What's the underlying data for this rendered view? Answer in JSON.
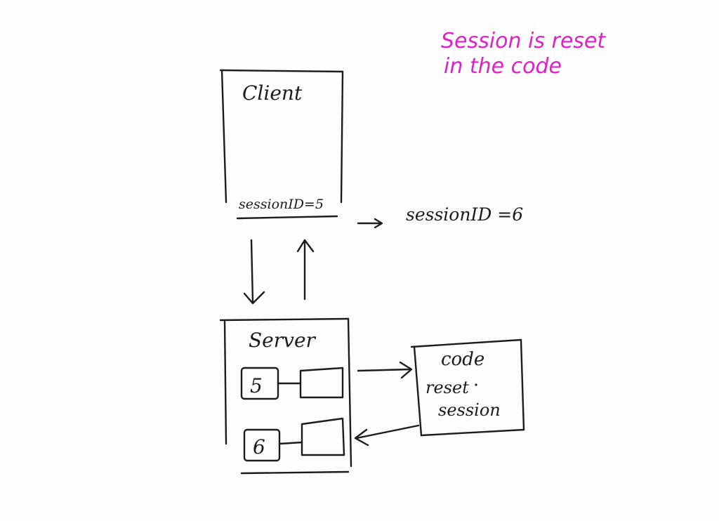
{
  "note": {
    "line1": "Session is reset",
    "line2": "in the code",
    "color": "#e020c8"
  },
  "client": {
    "title": "Client",
    "session_label": "sessionID=5"
  },
  "new_session": {
    "text": "sessionID =6"
  },
  "server": {
    "title": "Server",
    "rows": [
      {
        "id": "5"
      },
      {
        "id": "6"
      }
    ]
  },
  "code_box": {
    "title": "code",
    "line1": "reset",
    "line2": "session"
  }
}
